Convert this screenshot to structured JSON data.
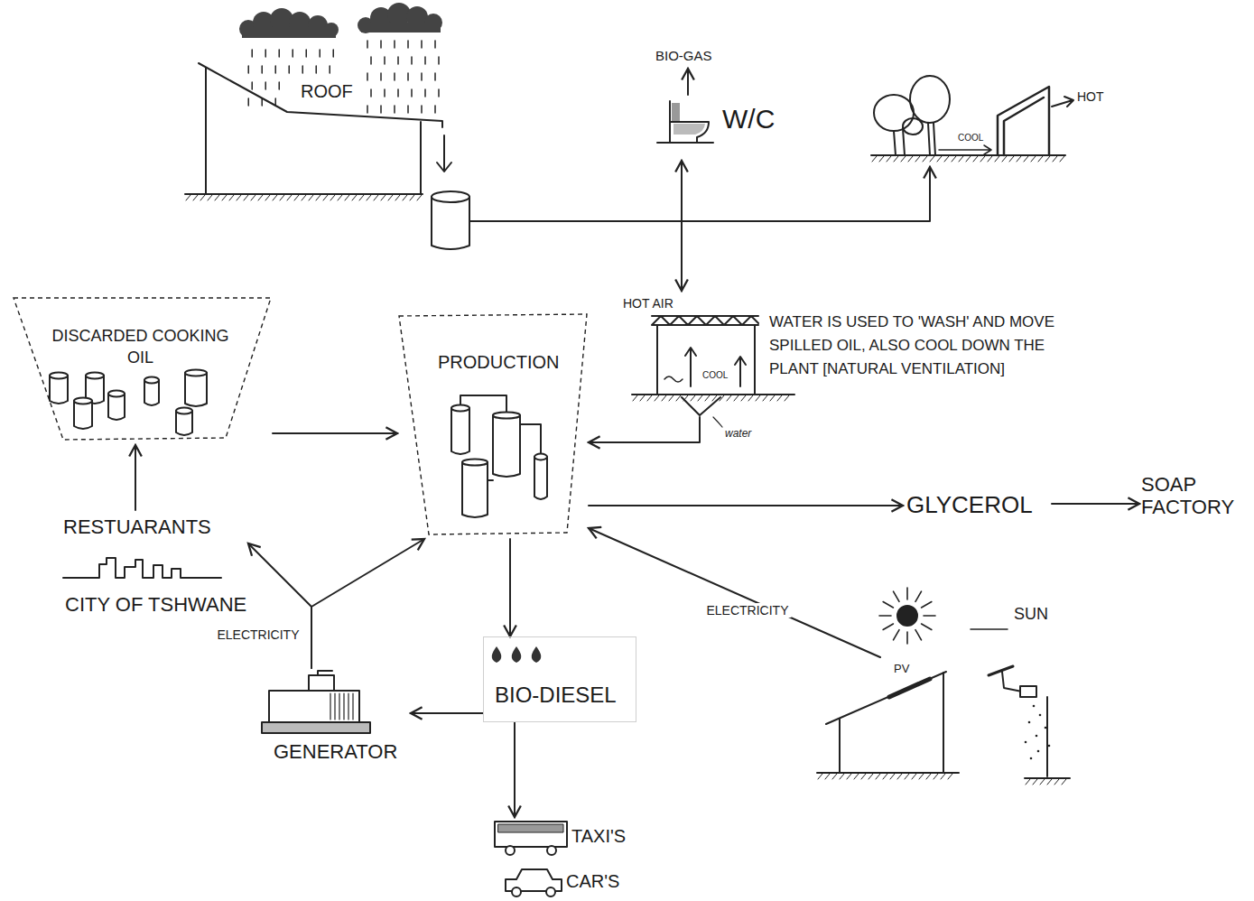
{
  "diagram": {
    "nodes": [
      {
        "text": [
          "ROOF"
        ]
      },
      {
        "text": [
          "BIO-GAS"
        ]
      },
      {
        "text": [
          "W/C"
        ]
      },
      {
        "text": [
          "HOT",
          "COOL"
        ]
      },
      {
        "text": [
          "HOT AIR",
          "COOL",
          "WATER IS USED TO 'WASH' AND MOVE SPILLED OIL, ALSO COOL DOWN THE PLANT [NATURAL VENTILATION]",
          "water"
        ]
      },
      {
        "text": [
          "DISCARDED COOKING OIL"
        ]
      },
      {
        "text": [
          "PRODUCTION"
        ]
      },
      {
        "text": [
          "GLYCEROL"
        ]
      },
      {
        "text": [
          "SOAP FACTORY"
        ]
      },
      {
        "text": [
          "RESTUARANTS"
        ]
      },
      {
        "text": [
          "CITY OF TSHWANE"
        ]
      },
      {
        "text": [
          "BIO-DIESEL"
        ]
      },
      {
        "text": [
          "GENERATOR"
        ]
      },
      {
        "text": [
          "TAXI'S"
        ]
      },
      {
        "text": [
          "CAR'S"
        ]
      },
      {
        "text": [
          "SUN"
        ]
      },
      {
        "text": [
          "PV"
        ]
      }
    ],
    "edges": [
      {
        "from": 0,
        "to": 2,
        "arrow": "to"
      },
      {
        "from": 0,
        "to": 4,
        "arrow": "to"
      },
      {
        "from": 0,
        "to": 3,
        "arrow": "to"
      },
      {
        "from": 2,
        "to": 1,
        "arrow": "to"
      },
      {
        "from": 4,
        "to": 6,
        "arrow": "to"
      },
      {
        "from": 5,
        "to": 6,
        "arrow": "to"
      },
      {
        "from": 9,
        "to": 5,
        "arrow": "to"
      },
      {
        "from": 6,
        "to": 7,
        "arrow": "to"
      },
      {
        "from": 7,
        "to": 8,
        "arrow": "to"
      },
      {
        "from": 6,
        "to": 11,
        "arrow": "to"
      },
      {
        "from": 11,
        "to": 12,
        "arrow": "to"
      },
      {
        "from": 11,
        "to": 13,
        "arrow": "to"
      },
      {
        "from": 12,
        "to": 9,
        "arrow": "to",
        "label": "ELECTRICITY"
      },
      {
        "from": 12,
        "to": 6,
        "arrow": "to"
      },
      {
        "from": 16,
        "to": 6,
        "arrow": "to",
        "label": "ELECTRICITY"
      }
    ]
  }
}
